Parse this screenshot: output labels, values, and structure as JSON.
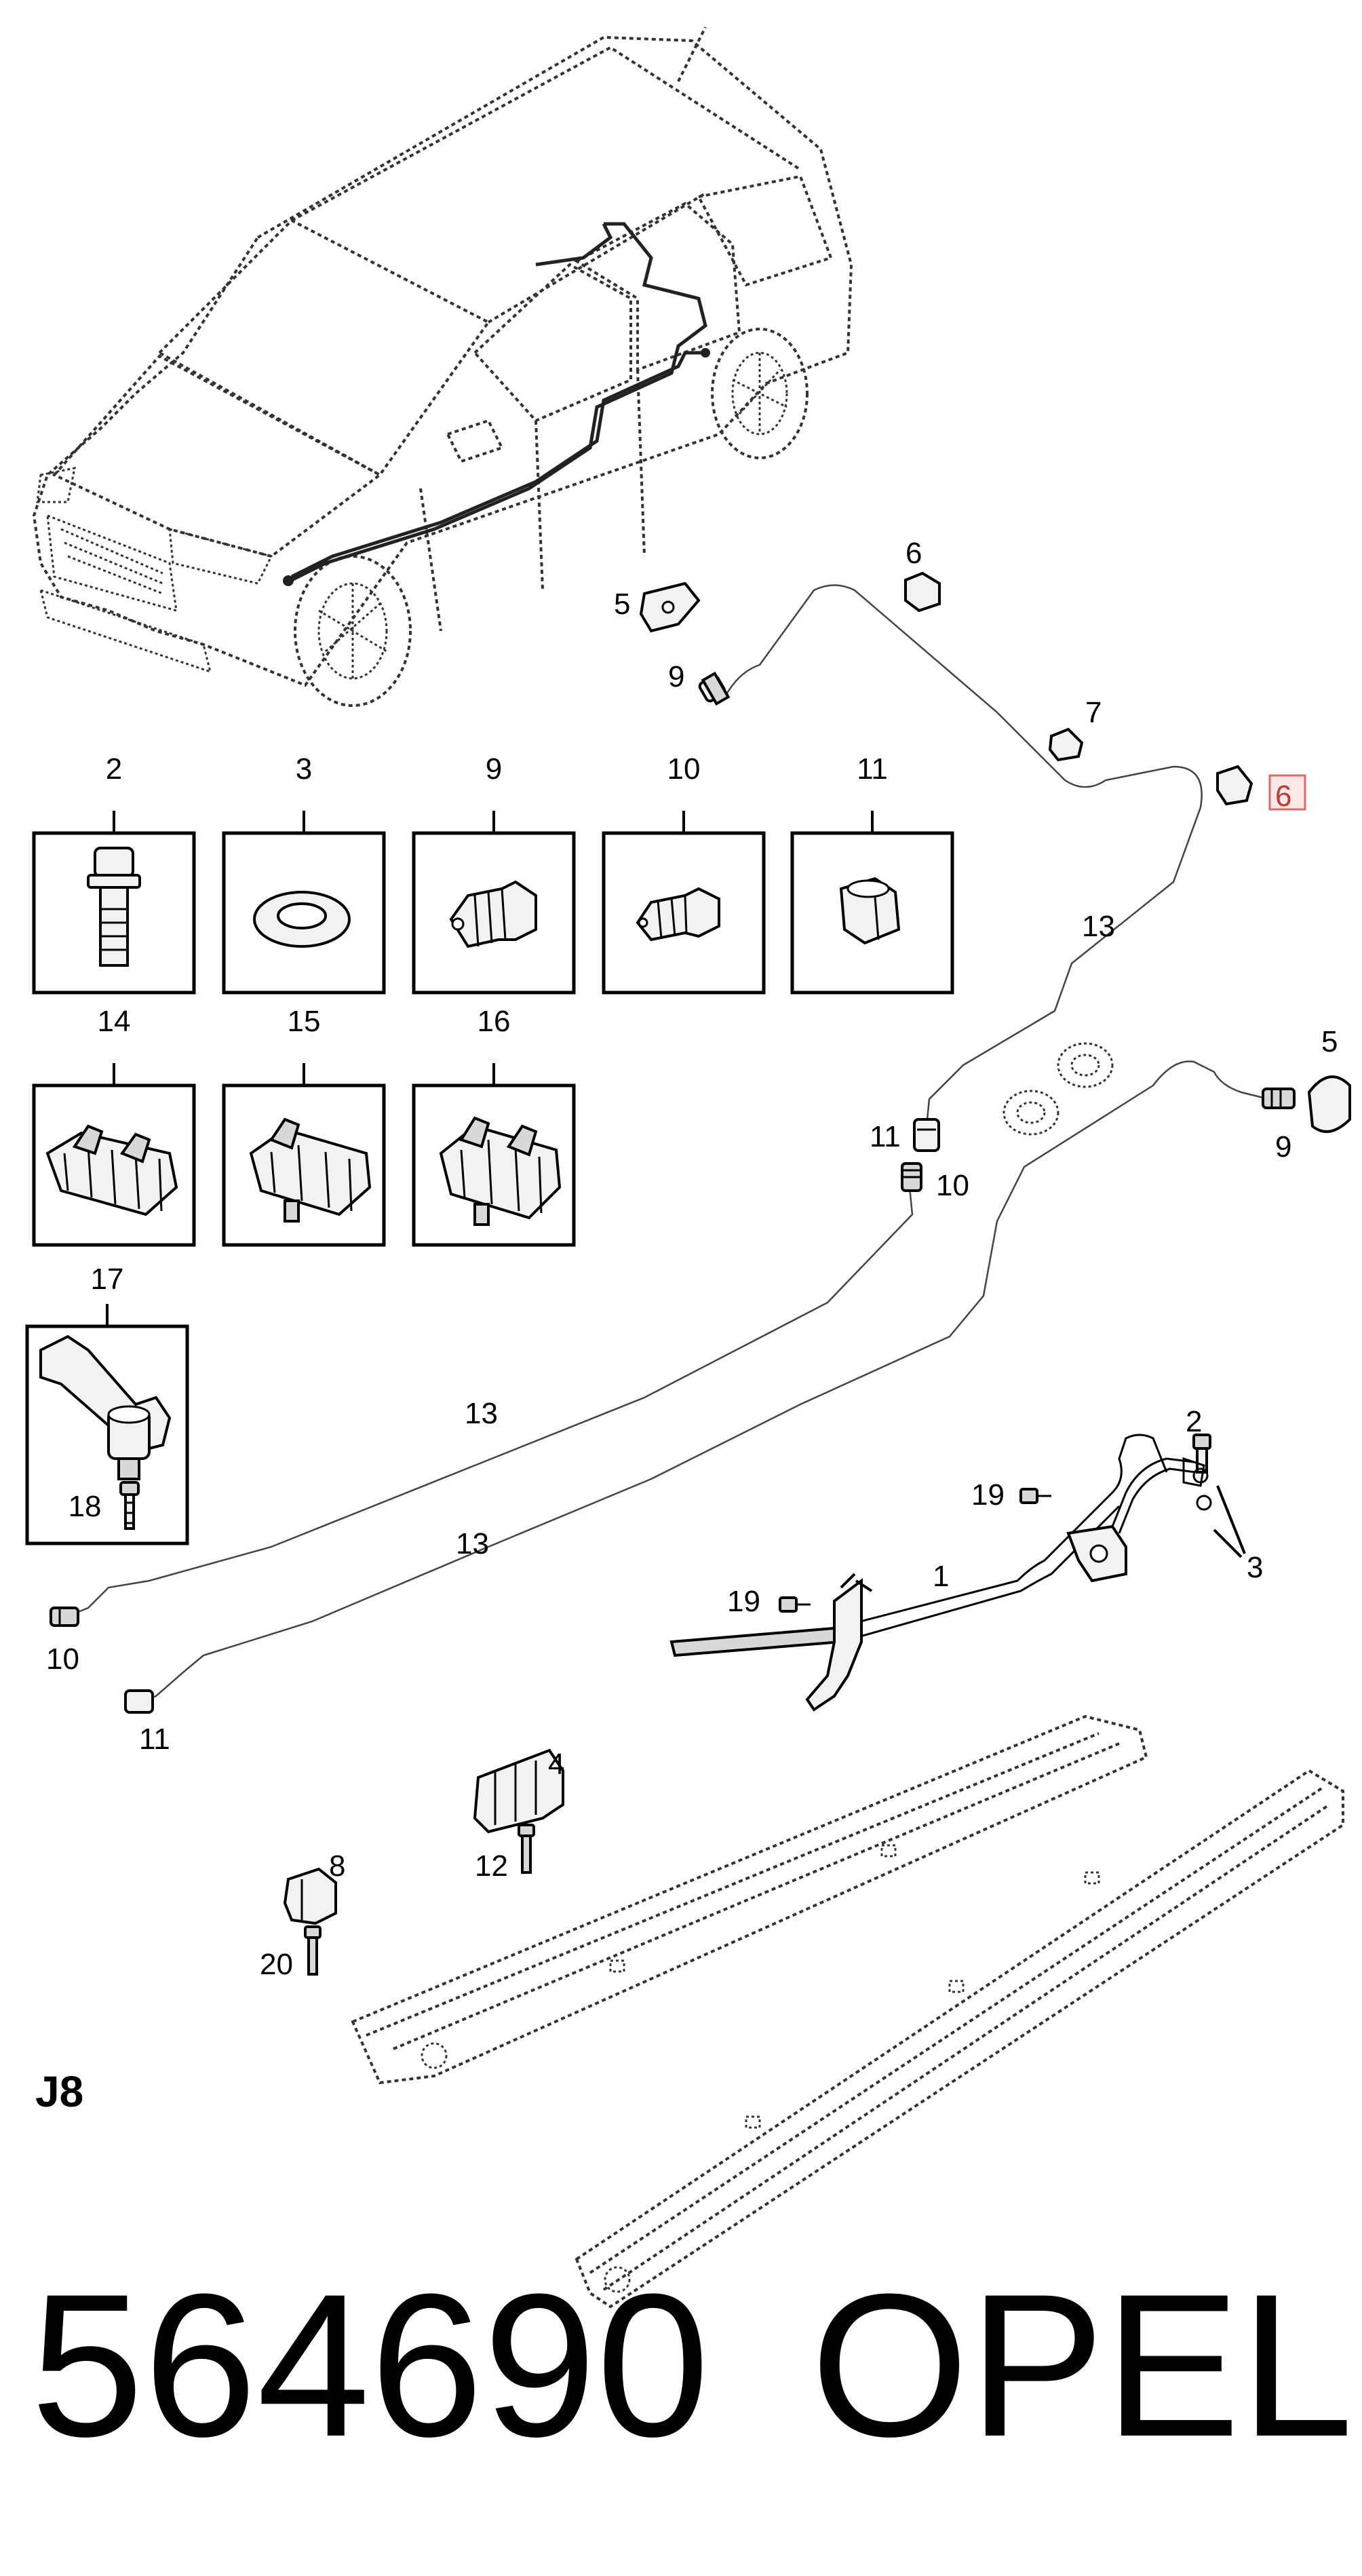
{
  "boxed_parts": [
    {
      "id": "2",
      "label": "2"
    },
    {
      "id": "3",
      "label": "3"
    },
    {
      "id": "9",
      "label": "9"
    },
    {
      "id": "10",
      "label": "10"
    },
    {
      "id": "11",
      "label": "11"
    },
    {
      "id": "14",
      "label": "14"
    },
    {
      "id": "15",
      "label": "15"
    },
    {
      "id": "16",
      "label": "16"
    },
    {
      "id": "17",
      "label": "17"
    },
    {
      "id": "18",
      "label": "18"
    }
  ],
  "callouts": {
    "c5a": "5",
    "c6a": "6",
    "c9a": "9",
    "c7": "7",
    "c6b": "6",
    "c13a": "13",
    "c11a": "11",
    "c10a": "10",
    "c5b": "5",
    "c9b": "9",
    "c13b": "13",
    "c13c": "13",
    "c10b": "10",
    "c11b": "11",
    "c2": "2",
    "c19a": "19",
    "c3": "3",
    "c19b": "19",
    "c1": "1",
    "c4": "4",
    "c12": "12",
    "c8": "8",
    "c20": "20"
  },
  "section_code": "J8",
  "footer": {
    "part_number": "564690",
    "brand": "OPEL"
  },
  "colors": {
    "highlight_stroke": "#e06a6a",
    "highlight_fill": "#fde8e8",
    "highlight_text": "#c0392b"
  }
}
